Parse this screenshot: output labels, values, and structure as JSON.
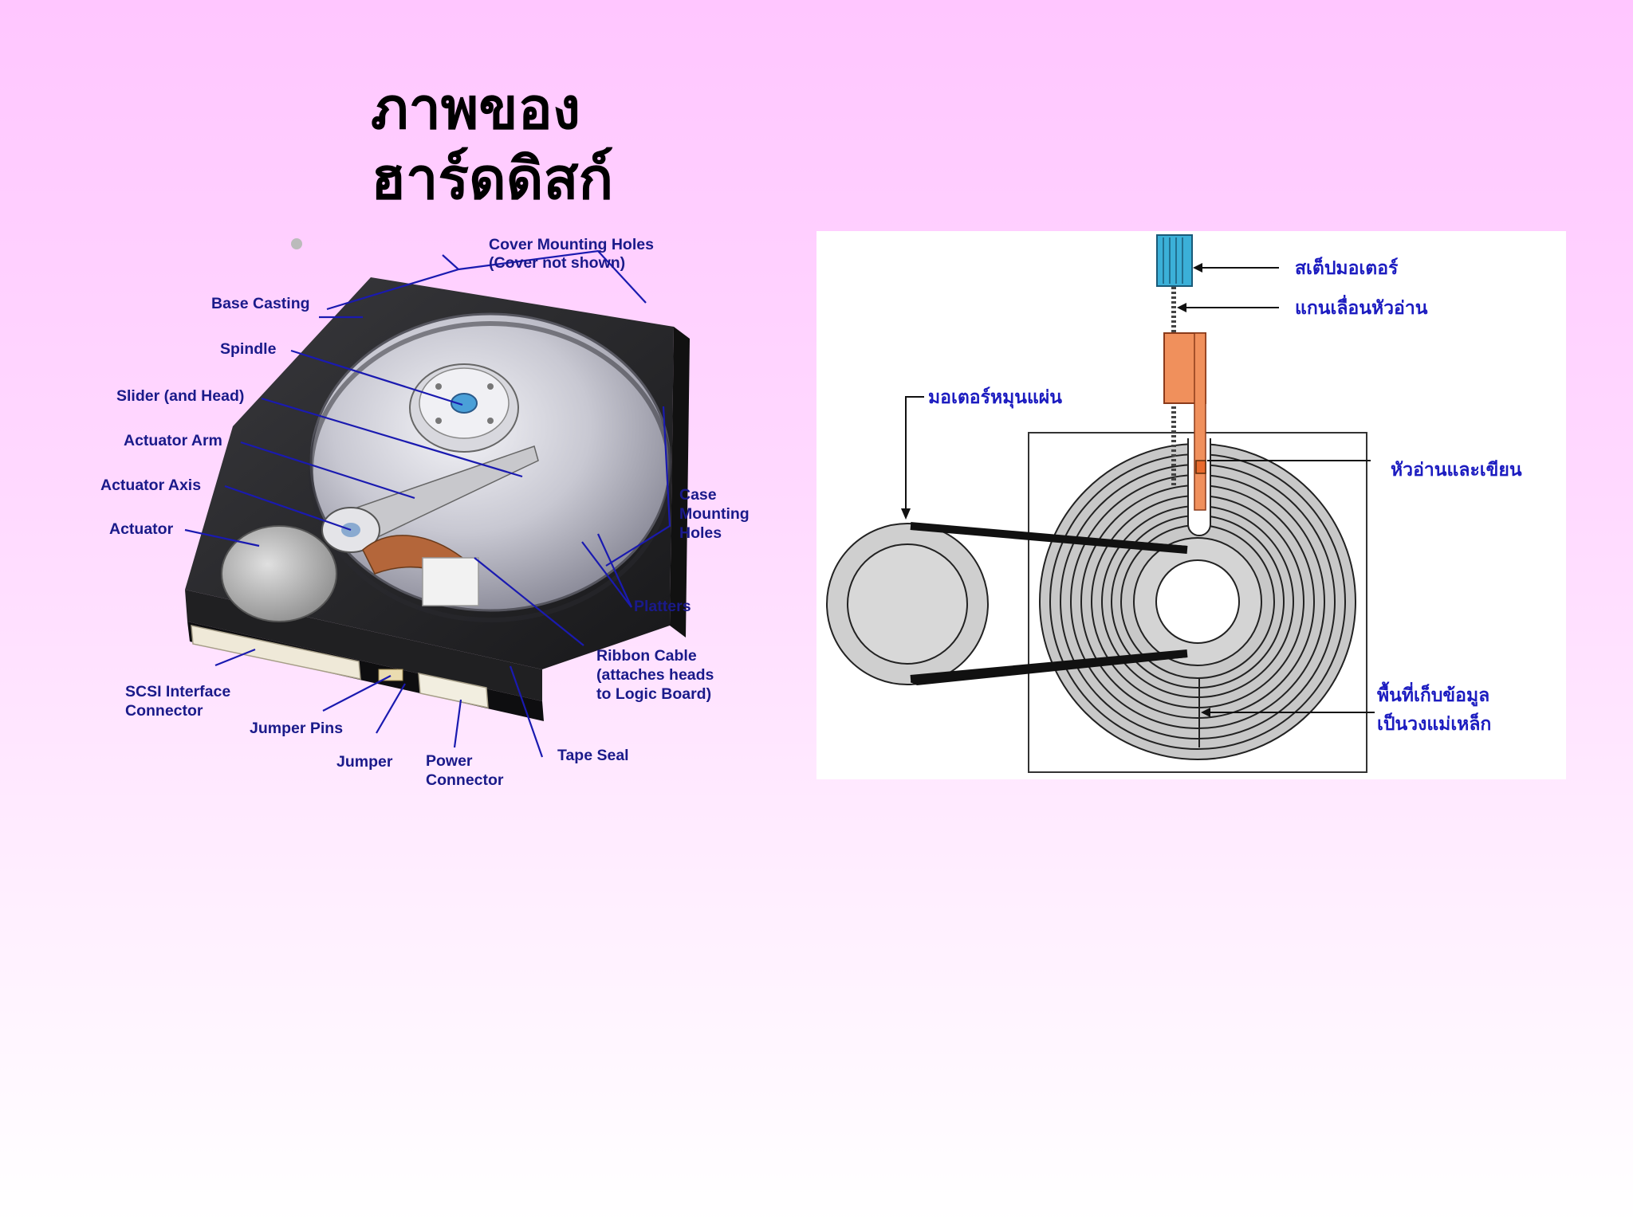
{
  "slide": {
    "title_line1": "ภาพของ",
    "title_line2": "ฮาร์ดดิสก์"
  },
  "left_diagram": {
    "labels": {
      "cover_mounting_holes_1": "Cover Mounting Holes",
      "cover_mounting_holes_2": "(Cover not shown)",
      "base_casting": "Base Casting",
      "spindle": "Spindle",
      "slider": "Slider (and Head)",
      "actuator_arm": "Actuator Arm",
      "actuator_axis": "Actuator Axis",
      "actuator": "Actuator",
      "case_mounting_1": "Case",
      "case_mounting_2": "Mounting",
      "case_mounting_3": "Holes",
      "platters": "Platters",
      "ribbon_cable_1": "Ribbon Cable",
      "ribbon_cable_2": "(attaches heads",
      "ribbon_cable_3": "to Logic Board)",
      "scsi_1": "SCSI Interface",
      "scsi_2": "Connector",
      "jumper_pins": "Jumper Pins",
      "jumper": "Jumper",
      "power_1": "Power",
      "power_2": "Connector",
      "tape_seal": "Tape Seal"
    }
  },
  "right_diagram": {
    "labels": {
      "stepper_motor": "สเต็ปมอเตอร์",
      "head_shaft": "แกนเลื่อนหัวอ่าน",
      "spindle_motor": "มอเตอร์หมุนแผ่น",
      "read_write_head": "หัวอ่านและเขียน",
      "data_area_1": "พื้นที่เก็บข้อมูล",
      "data_area_2": "เป็นวงแม่เหล็ก"
    }
  },
  "colors": {
    "label_text": "#1a1a8a",
    "thai_label_text": "#1c1cc0",
    "stepper_motor": "#3bb0d8",
    "head_carriage": "#f0905c"
  }
}
